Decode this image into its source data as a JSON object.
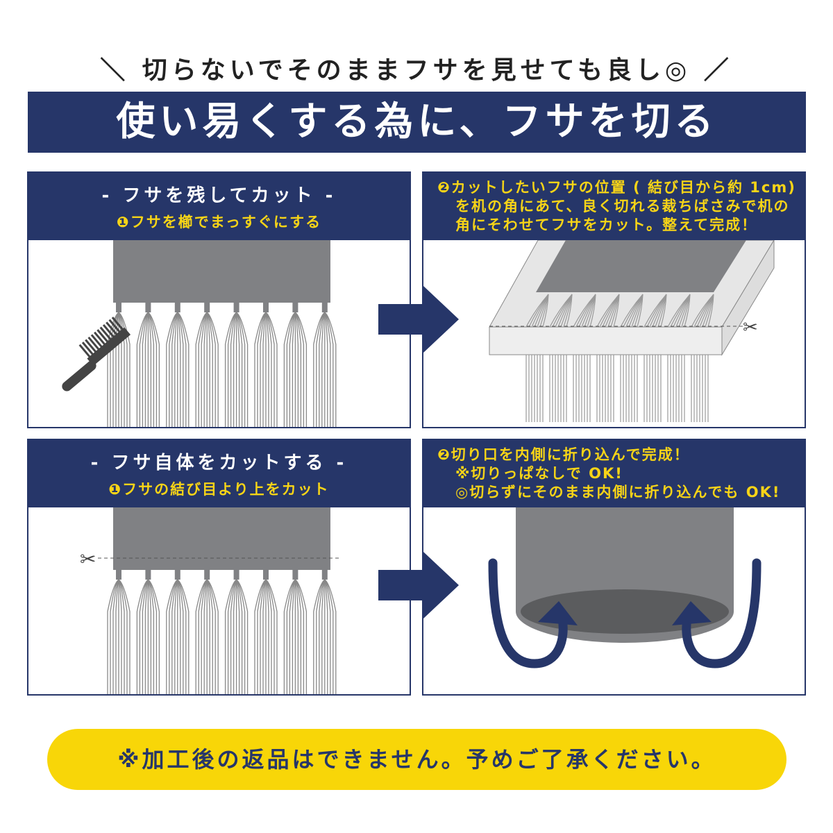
{
  "subtitle": "＼ 切らないでそのままフサを見せても良し◎ ／",
  "title": "使い易くする為に、フサを切る",
  "panels": {
    "p1": {
      "title": "- フサを残してカット -",
      "step": "❶フサを櫛でまっすぐにする"
    },
    "p2": {
      "lines": [
        "❷カットしたいフサの位置 ( 結び目から約 1cm)",
        "を机の角にあて、良く切れる裁ちばさみで机の",
        "角にそわせてフサをカット。整えて完成！"
      ]
    },
    "p3": {
      "title": "- フサ自体をカットする -",
      "step": "❶フサの結び目より上をカット"
    },
    "p4": {
      "lines": [
        "❷切り口を内側に折り込んで完成！",
        "※切りっぱなしで OK!",
        "◎切らずにそのまま内側に折り込んでも OK!"
      ]
    }
  },
  "notice": "※加工後の返品はできません。予めご了承ください。",
  "colors": {
    "navy": "#263669",
    "yellow": "#f7d417",
    "gray": "#808184"
  }
}
